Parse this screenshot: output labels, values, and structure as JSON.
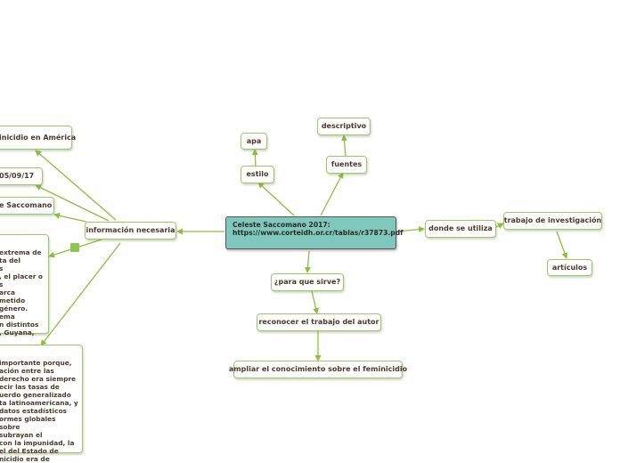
{
  "colors": {
    "edge": "#8cbf3f",
    "node_border": "#9cc86a",
    "central_fill": "#7fc8bb",
    "text": "#4a3a2a",
    "note_icon": "#8fc64f"
  },
  "central": {
    "label": "Celeste Saccomano 2017: https://www.corteidh.or.cr/tablas/r37873.pdf"
  },
  "nodes": {
    "apa": "apa",
    "estilo": "estilo",
    "descriptivo": "descriptivo",
    "fuentes": "fuentes",
    "para_que_sirve": "¿para que sirve?",
    "reconocer": "reconocer  el  trabajo del autor",
    "ampliar": "ampliar el conocimiento sobre el feminicidio",
    "donde_se_utiliza": "donde se utiliza",
    "trabajo_investigacion": "trabajo de investigación",
    "articulos": "artículos",
    "informacion_necesaria": "información necesaria",
    "feminicidio_america": "inicidio en América",
    "fecha": "05/09/17",
    "autor": "e Saccomano",
    "definicion": "extrema de\nta del\ns\n, el placer o\ns\narca\nmetido\ngénero.\nema\nn distintos\n, Guyana,",
    "importancia": "importante porque,\nación entre las\nderecho era siempre\necir las tasas de\nuerdo generalizado\nta latinoamericana, y\ndatos estadísticos\normes globales sobre\nsubrayan el\ncon la impunidad, la\nel del Estado de\nnicidio era de"
  }
}
